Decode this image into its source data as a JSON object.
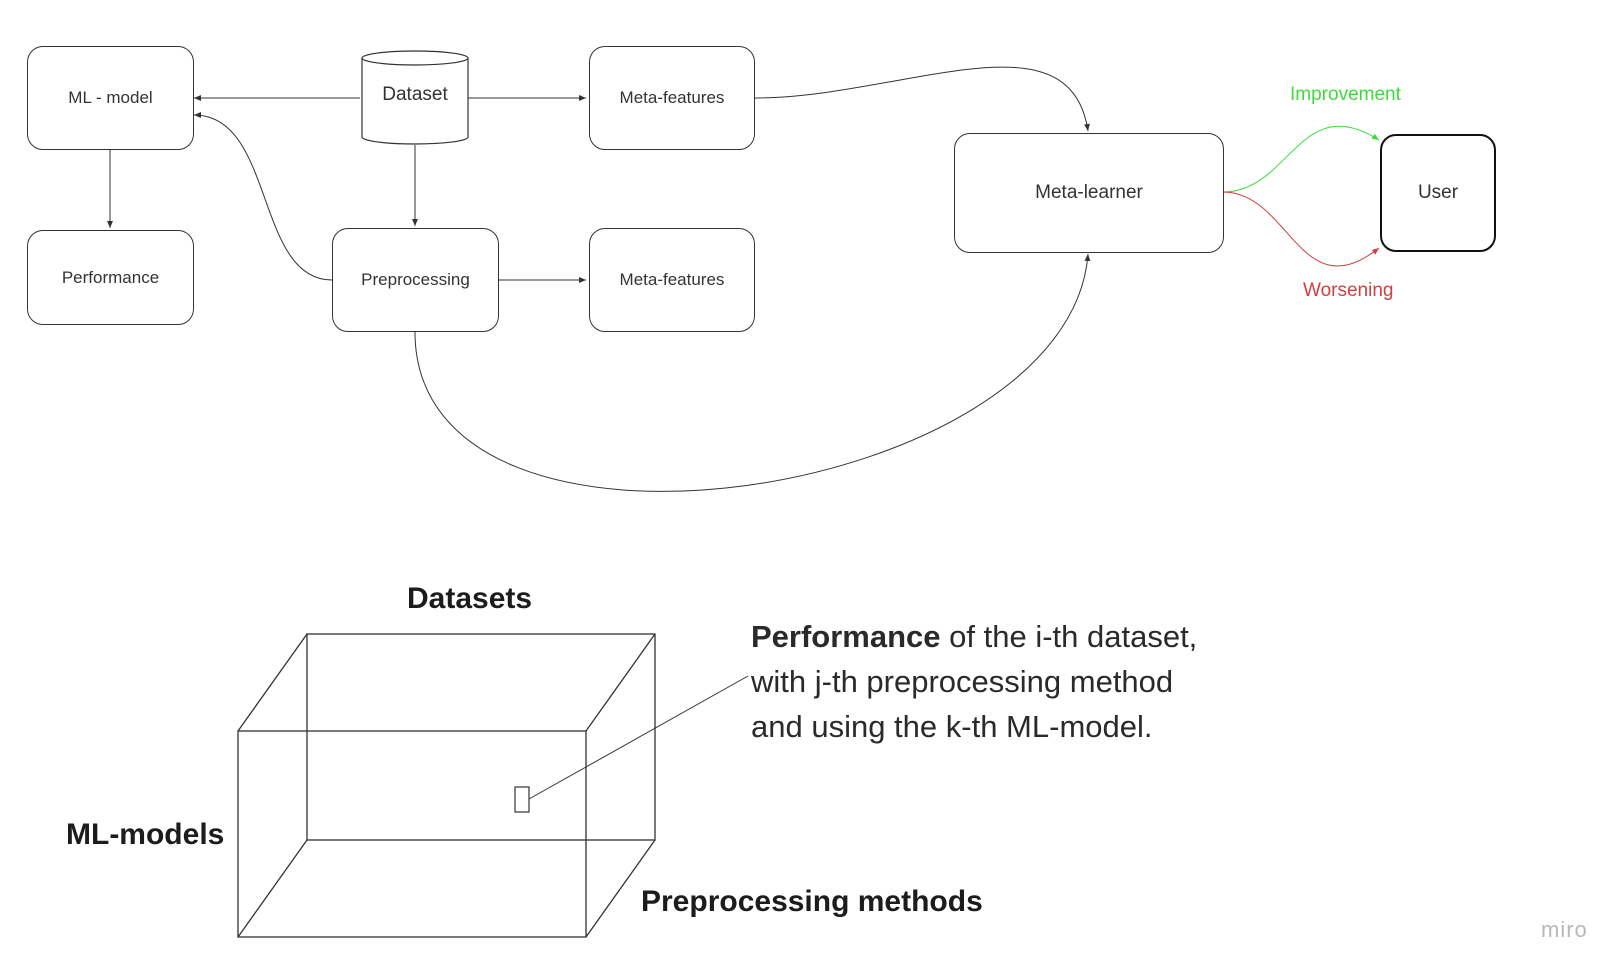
{
  "nodes": {
    "ml_model": "ML - model",
    "dataset": "Dataset",
    "meta_features_top": "Meta-features",
    "performance": "Performance",
    "preprocessing": "Preprocessing",
    "meta_features_bottom": "Meta-features",
    "meta_learner": "Meta-learner",
    "user": "User"
  },
  "edge_labels": {
    "improvement": "Improvement",
    "worsening": "Worsening"
  },
  "cube": {
    "datasets_label": "Datasets",
    "ml_models_label": "ML-models",
    "preprocessing_label": "Preprocessing methods"
  },
  "description": {
    "bold": "Performance",
    "line1_rest": " of the i-th dataset,",
    "line2": "with j-th preprocessing method",
    "line3": "and using the k-th ML-model."
  },
  "watermark": "miro",
  "colors": {
    "improvement": "#3ddc3d",
    "worsening": "#d04040",
    "stroke": "#333333"
  }
}
